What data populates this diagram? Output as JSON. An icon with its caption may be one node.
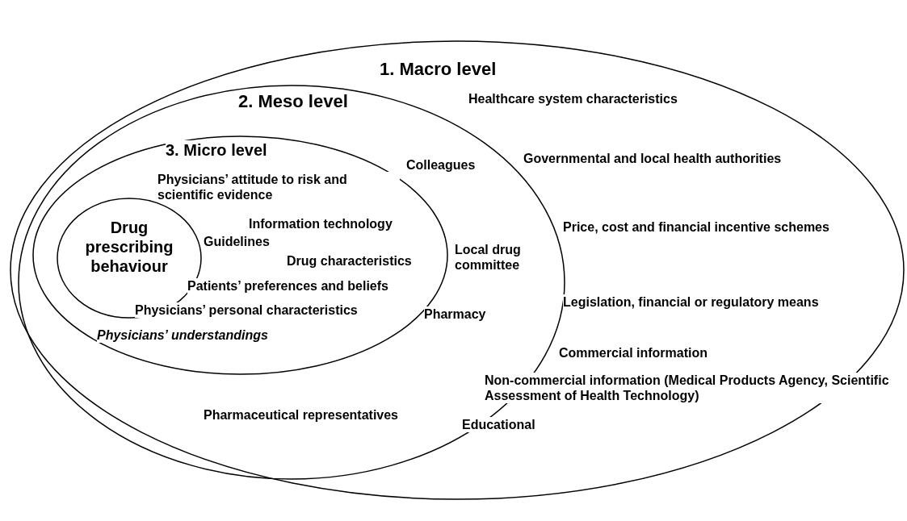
{
  "diagram": {
    "nodes": [
      {
        "text": [
          "1. Macro level",
          "Healthcare system characteristics",
          "Governmental and local health authorities",
          "Price, cost and financial incentive schemes",
          "Legislation, financial or regulatory means",
          "Commercial information",
          "Non-commercial information (Medical Products Agency, Scientific Assessment of Health Technology)",
          "Educational"
        ]
      },
      {
        "text": [
          "2. Meso level",
          "Colleagues",
          "Local drug committee",
          "Pharmacy",
          "Pharmaceutical representatives"
        ],
        "in": 0
      },
      {
        "text": [
          "3. Micro level",
          "Physicians’ attitude to risk and scientific evidence",
          "Information technology",
          "Guidelines",
          "Drug characteristics",
          "Patients’ preferences and beliefs",
          "Physicians’ personal characteristics",
          "Physicians’ understandings"
        ],
        "in": 1
      },
      {
        "text": [
          "Drug prescribing behaviour"
        ],
        "in": 2
      }
    ]
  }
}
